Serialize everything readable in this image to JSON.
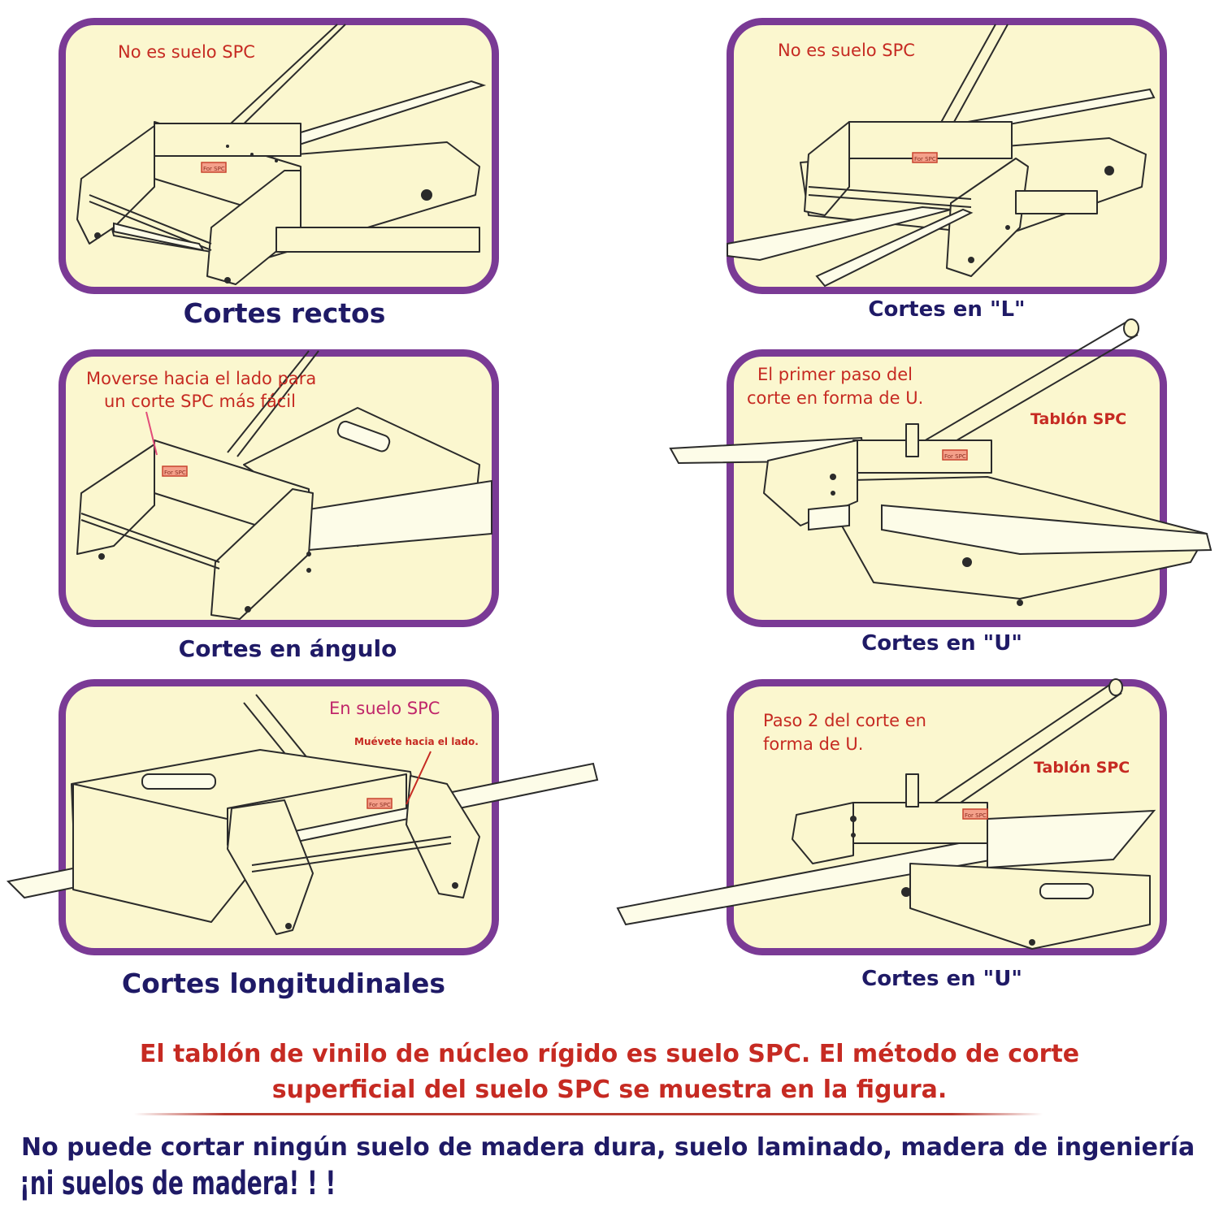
{
  "panels": [
    {
      "caption": "Cortes rectos",
      "notes": [
        "No es suelo SPC"
      ]
    },
    {
      "caption": "Cortes en \"L\"",
      "notes": [
        "No es suelo SPC"
      ]
    },
    {
      "caption": "Cortes en ángulo",
      "notes": [
        "Moverse hacia el lado para",
        "un corte SPC más fácil"
      ]
    },
    {
      "caption": "Cortes en \"U\"",
      "notes": [
        "El primer paso del",
        "corte en forma de U.",
        "Tablón SPC"
      ]
    },
    {
      "caption": "Cortes longitudinales",
      "notes": [
        "En suelo SPC",
        "Muévete hacia el lado."
      ]
    },
    {
      "caption": "Cortes en \"U\"",
      "notes": [
        "Paso 2 del corte en",
        "forma de U.",
        "Tablón SPC"
      ]
    }
  ],
  "machine_label": "For SPC",
  "spc_statement": [
    "El tablón de vinilo de núcleo rígido es suelo SPC. El método de corte",
    "superficial del suelo SPC se muestra en la figura."
  ],
  "warning": [
    "No puede cortar ningún suelo de madera dura, suelo laminado, madera de ingeniería",
    "¡ni suelos de madera! ! !"
  ],
  "colors": {
    "panel_border": "#7a3a95",
    "panel_fill": "#fbf7cf",
    "note_red": "#c62a22",
    "note_pink": "#c0266a",
    "caption_navy": "#1f1a66"
  }
}
